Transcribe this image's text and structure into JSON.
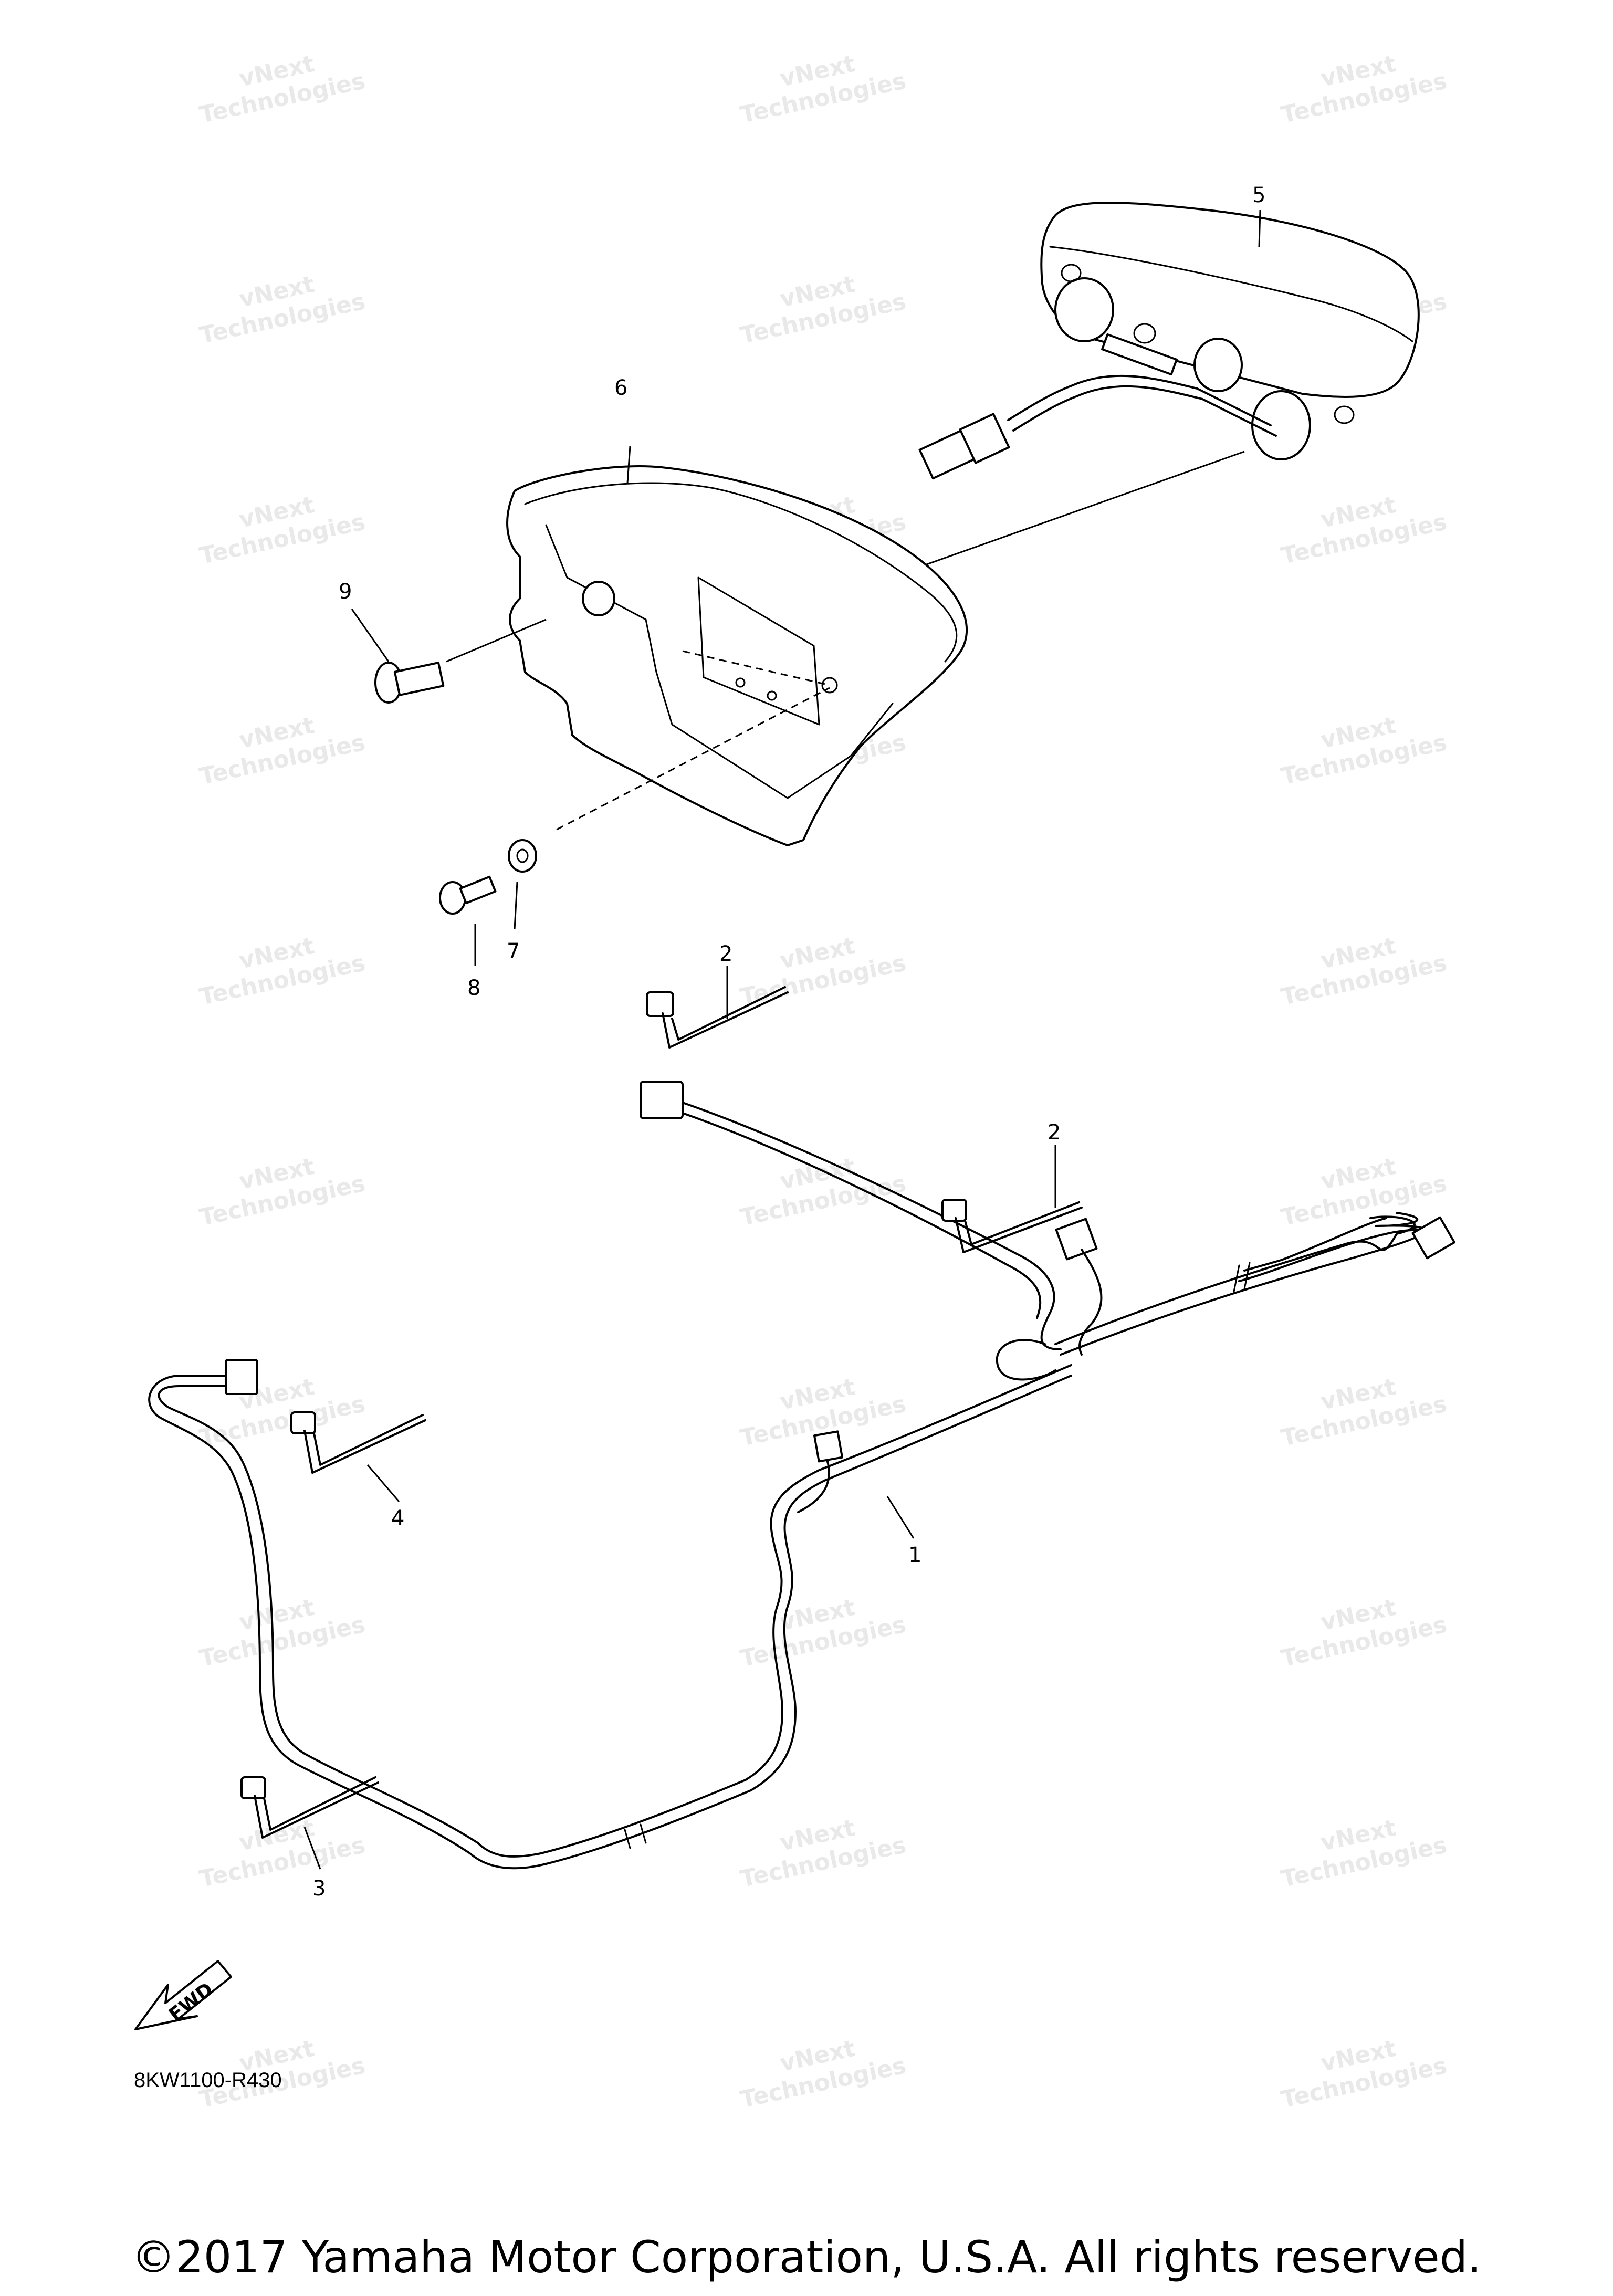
{
  "diagram": {
    "watermark": [
      "vNext",
      "Technologies"
    ],
    "callouts": {
      "c1": "1",
      "c2a": "2",
      "c2b": "2",
      "c3": "3",
      "c4": "4",
      "c5": "5",
      "c6": "6",
      "c7": "7",
      "c8": "8",
      "c9": "9"
    },
    "fwd_label": "FWD",
    "code": "8KW1100-R430"
  },
  "footer": {
    "copyright": "©2017 Yamaha Motor Corporation, U.S.A. All rights reserved."
  }
}
